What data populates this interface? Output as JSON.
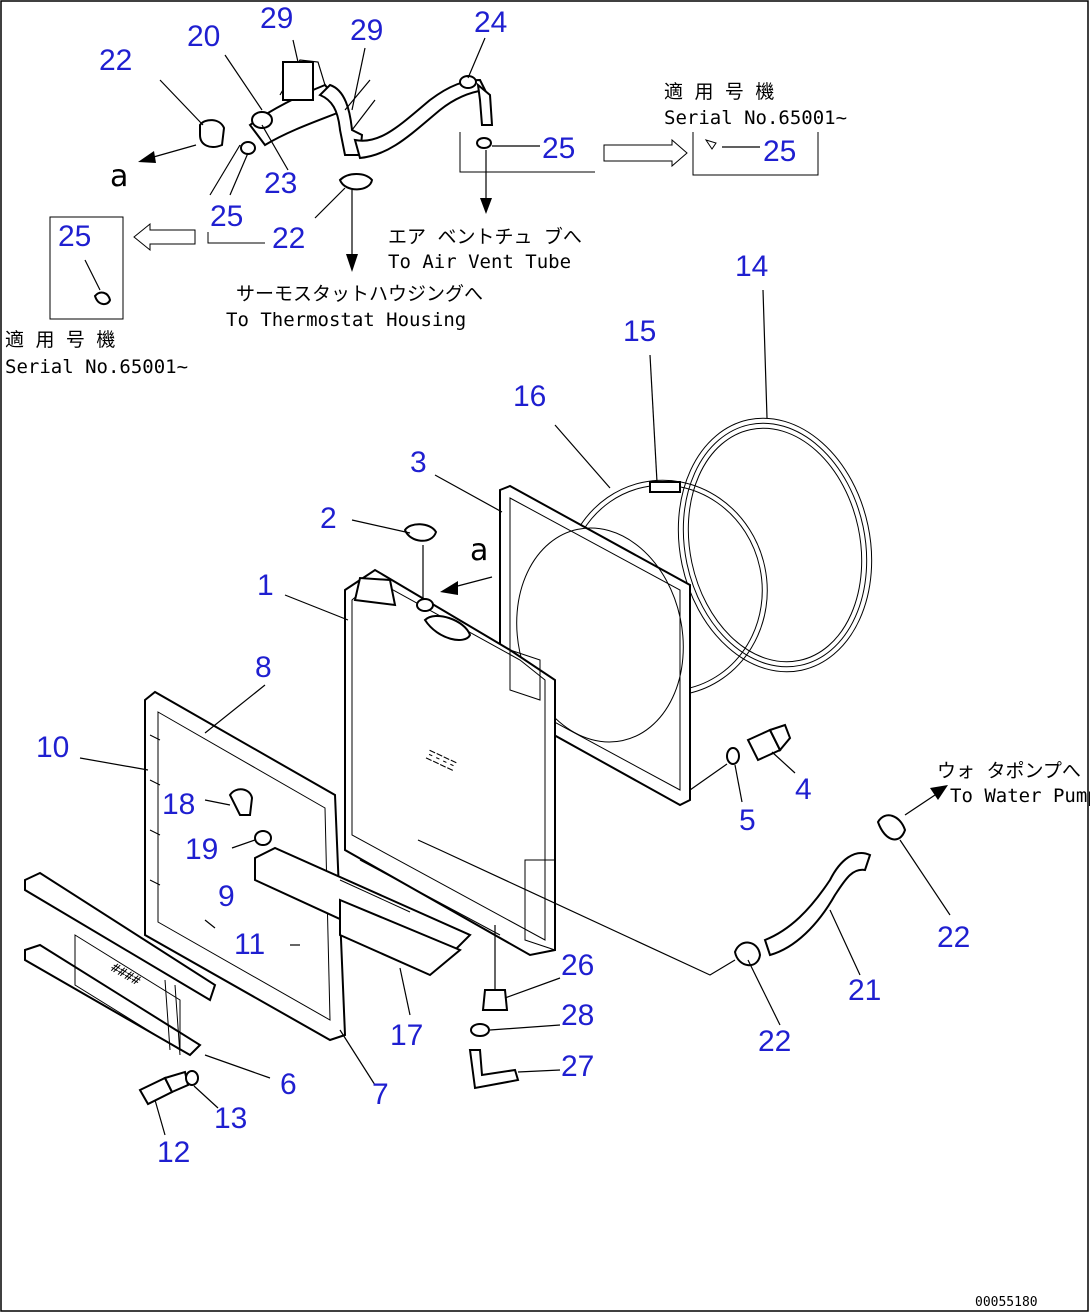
{
  "callouts": [
    {
      "id": "c29a",
      "text": "29"
    },
    {
      "id": "c29b",
      "text": "29"
    },
    {
      "id": "c20",
      "text": "20"
    },
    {
      "id": "c24",
      "text": "24"
    },
    {
      "id": "c22a",
      "text": "22"
    },
    {
      "id": "c23",
      "text": "23"
    },
    {
      "id": "c25a",
      "text": "25"
    },
    {
      "id": "c22b",
      "text": "22"
    },
    {
      "id": "c25b",
      "text": "25"
    },
    {
      "id": "c25c",
      "text": "25"
    },
    {
      "id": "c25d",
      "text": "25"
    },
    {
      "id": "c14",
      "text": "14"
    },
    {
      "id": "c15",
      "text": "15"
    },
    {
      "id": "c16",
      "text": "16"
    },
    {
      "id": "c3",
      "text": "3"
    },
    {
      "id": "c2",
      "text": "2"
    },
    {
      "id": "c1",
      "text": "1"
    },
    {
      "id": "c8",
      "text": "8"
    },
    {
      "id": "c10",
      "text": "10"
    },
    {
      "id": "c18",
      "text": "18"
    },
    {
      "id": "c19",
      "text": "19"
    },
    {
      "id": "c9",
      "text": "9"
    },
    {
      "id": "c11",
      "text": "11"
    },
    {
      "id": "c17",
      "text": "17"
    },
    {
      "id": "c7",
      "text": "7"
    },
    {
      "id": "c6",
      "text": "6"
    },
    {
      "id": "c13",
      "text": "13"
    },
    {
      "id": "c12",
      "text": "12"
    },
    {
      "id": "c4",
      "text": "4"
    },
    {
      "id": "c5",
      "text": "5"
    },
    {
      "id": "c26",
      "text": "26"
    },
    {
      "id": "c28",
      "text": "28"
    },
    {
      "id": "c27",
      "text": "27"
    },
    {
      "id": "c22c",
      "text": "22"
    },
    {
      "id": "c21",
      "text": "21"
    },
    {
      "id": "c22d",
      "text": "22"
    }
  ],
  "notes": {
    "serial_top_jp": "適 用 号 機",
    "serial_top_en": "Serial No.65001~",
    "serial_left_jp": "適 用 号 機",
    "serial_left_en": "Serial No.65001~",
    "air_vent_jp": "エア ベントチュ ブへ",
    "air_vent_en": "To Air Vent Tube",
    "thermostat_jp": "サーモスタットハウジングへ",
    "thermostat_en": "To Thermostat Housing",
    "water_pump_jp": "ウォ タポンプへ",
    "water_pump_en": "To Water Pump",
    "ref_a_top": "a",
    "ref_a_center": "a"
  },
  "drawing_code": "00055180"
}
